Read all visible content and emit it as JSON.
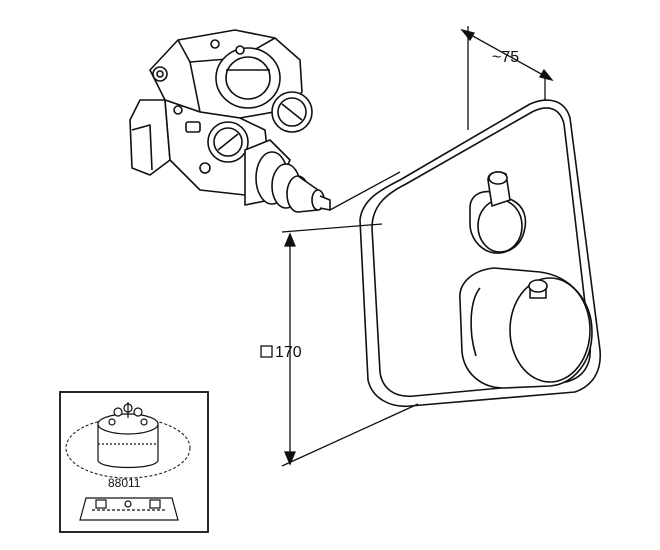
{
  "dimensions": {
    "depth_label": "~75",
    "size_label": "170",
    "size_symbol": "square-symbol"
  },
  "inset": {
    "part_number": "88011"
  },
  "colors": {
    "line": "#111111",
    "background": "#ffffff",
    "inset_fill": "#ffffff"
  }
}
